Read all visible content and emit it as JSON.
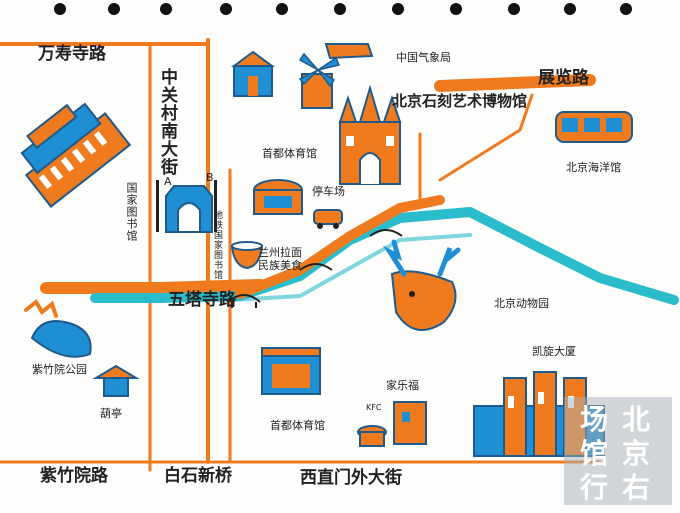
{
  "roads": {
    "wanshousi": "万寿寺路",
    "zhongguancun_south": "中关村南大街",
    "wutasi": "五塔寺路",
    "zizhuyuan": "紫竹院路",
    "baishiqiao": "白石新桥",
    "xizhimenwai": "西直门外大街",
    "zhanlan": "展览路"
  },
  "pois": {
    "national_library": "国家图书馆",
    "subway_station": "地铁国家图书馆",
    "subway_a": "A",
    "subway_b": "B",
    "capital_gym": "首都体育馆",
    "parking": "停车场",
    "lanzhou_noodle": "兰州拉面 民族美食",
    "stone_art_museum": "北京石刻艺术博物馆",
    "china_weather": "中国气象局",
    "aquarium": "北京海洋馆",
    "zoo": "北京动物园",
    "zizhuyuan_park": "紫竹院公园",
    "pavilion": "葫亭",
    "capital_gymnasium": "首都体育馆",
    "jialefu": "家乐福",
    "kfc": "KFC",
    "kaixuan": "凯旋大厦"
  },
  "seal": {
    "chars": [
      "北",
      "京",
      "场",
      "馆",
      "行",
      "右"
    ]
  },
  "colors": {
    "orange": "#f07a1e",
    "blue": "#1f8fd4",
    "teal": "#2bbccb",
    "ink": "#222222"
  }
}
